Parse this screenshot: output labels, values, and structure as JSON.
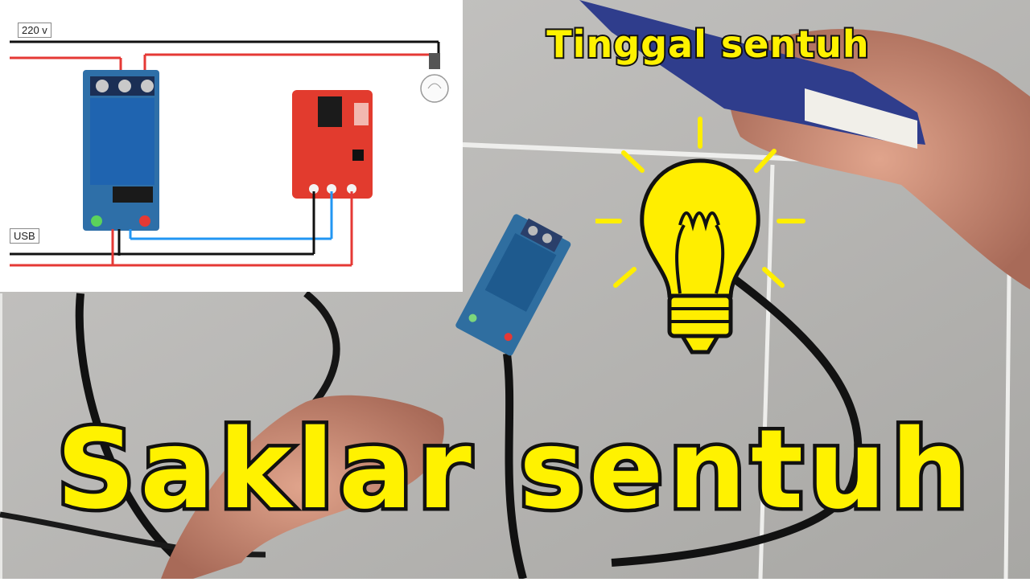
{
  "title_small": "Tinggal sentuh",
  "title_big": "Saklar sentuh",
  "diagram": {
    "label_power": "220 v",
    "label_usb": "USB"
  },
  "colors": {
    "title_fill": "#fff200",
    "title_outline": "#111111",
    "wire_red": "#e53935",
    "wire_black": "#111111",
    "wire_blue": "#2196f3",
    "bulb_icon": "#ffee00"
  }
}
